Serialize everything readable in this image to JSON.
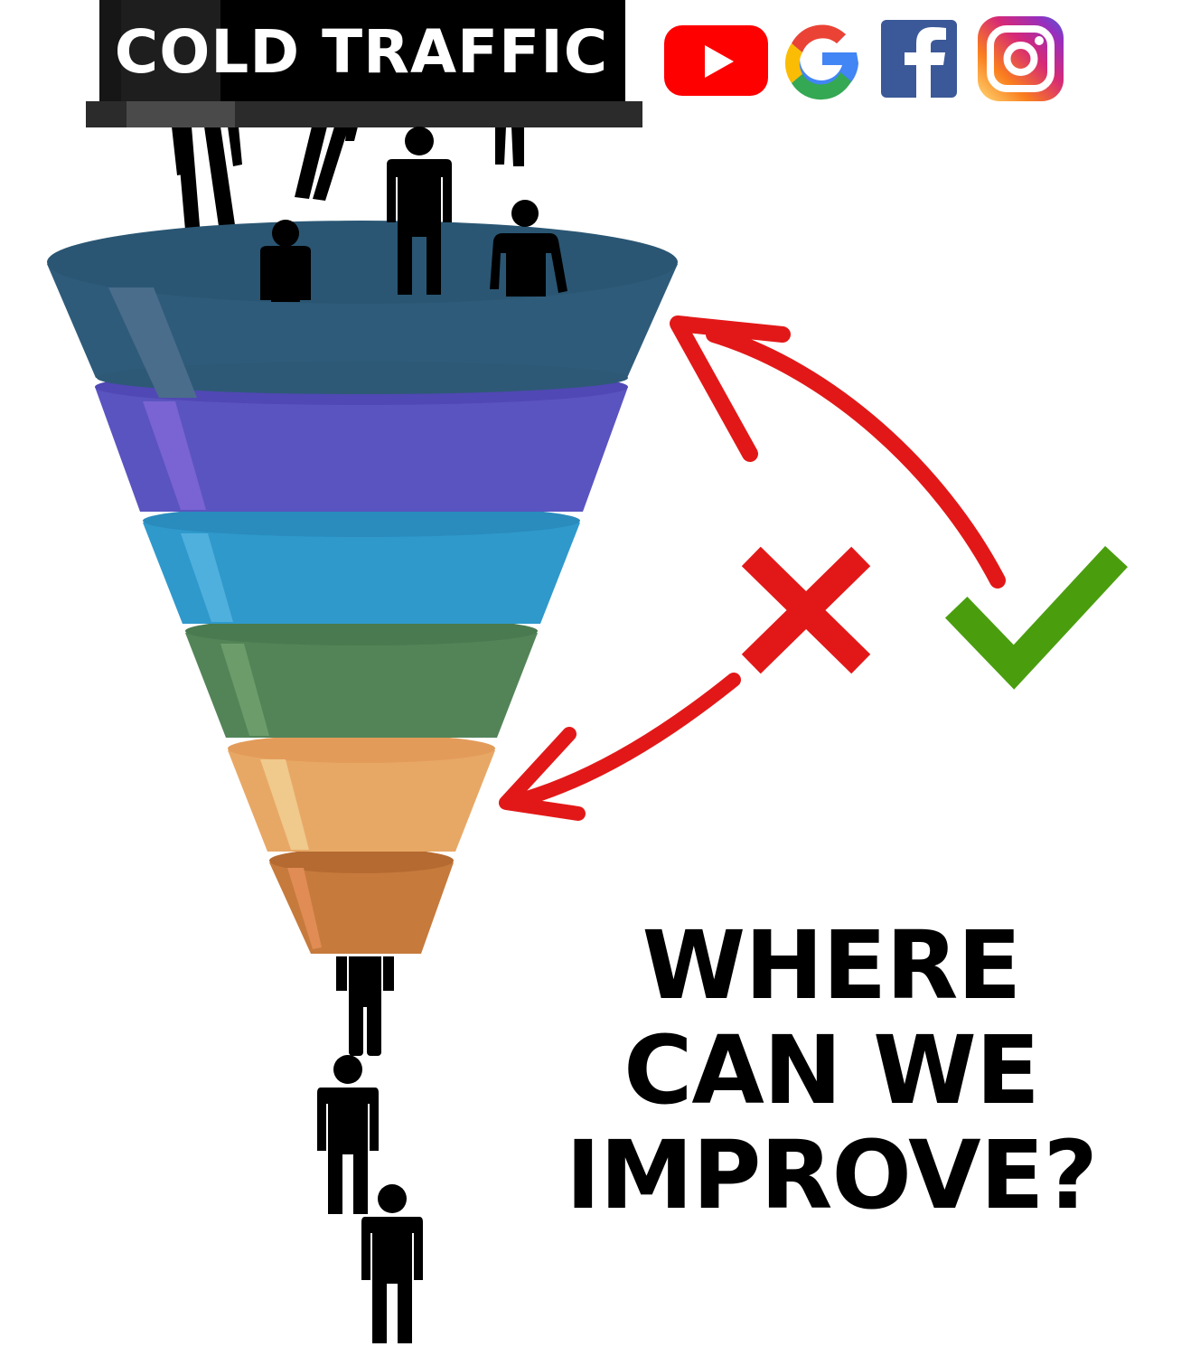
{
  "banner": {
    "label": "COLD TRAFFIC"
  },
  "platform_icons": [
    {
      "icon": "youtube-icon",
      "color": "#ff0000"
    },
    {
      "icon": "google-icon",
      "colors": [
        "#4285f4",
        "#ea4335",
        "#fbbc05",
        "#34a853"
      ]
    },
    {
      "icon": "facebook-icon",
      "color": "#3b5998"
    },
    {
      "icon": "instagram-icon",
      "colors": [
        "#feda75",
        "#fa7e1e",
        "#d62976",
        "#962fbf",
        "#4f5bd5"
      ]
    }
  ],
  "funnel": {
    "stage_colors": [
      "#2f5b7a",
      "#5a54c0",
      "#2f99cc",
      "#538458",
      "#e8a865",
      "#c67a3c"
    ]
  },
  "marks": {
    "cross_color": "#e21818",
    "check_color": "#4a9e0e",
    "arrow_color": "#e21818"
  },
  "headline": {
    "line1": "WHERE",
    "line2": "CAN WE",
    "line3": "IMPROVE?"
  }
}
